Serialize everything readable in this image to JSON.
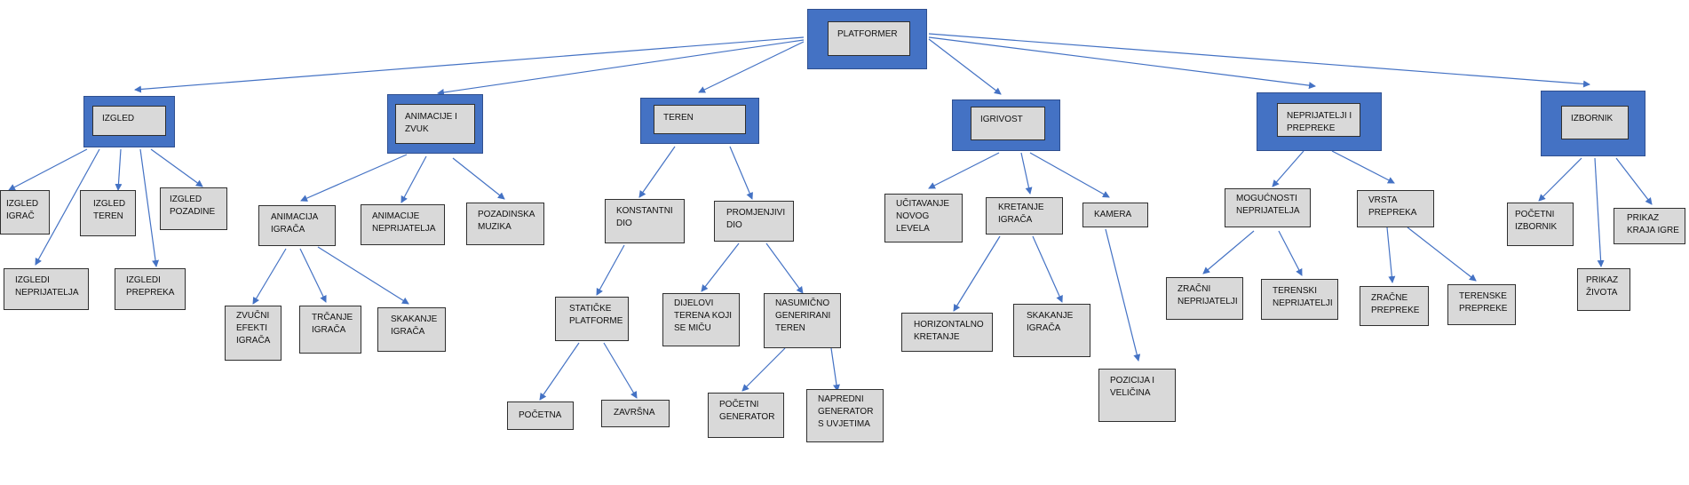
{
  "root": "PLATFORMER",
  "categories": {
    "izgled": "IZGLED",
    "animacije": "ANIMACIJE I\nZVUK",
    "teren": "TEREN",
    "igrivost": "IGRIVOST",
    "neprijatelji": "NEPRIJATELJI I\nPREPREKE",
    "izbornik": "IZBORNIK"
  },
  "nodes": {
    "izgled_igrac": "IZGLED\nIGRAČ",
    "izgled_teren": "IZGLED\nTEREN",
    "izgled_pozadine": "IZGLED\nPOZADINE",
    "izgledi_neprijatelja": "IZGLEDI\nNEPRIJATELJA",
    "izgledi_prepreka": "IZGLEDI\nPREPREKA",
    "animacija_igraca": "ANIMACIJA\nIGRAČA",
    "animacije_neprijatelja": "ANIMACIJE\nNEPRIJATELJA",
    "pozadinska_muzika": "POZADINSKA\nMUZIKA",
    "zvucni_efekti": "ZVUČNI\nEFEKTI\nIGRAČA",
    "trcanje_igraca": "TRČANJE\nIGRAČA",
    "skakanje_igraca_anim": "SKAKANJE\nIGRAČA",
    "konstantni_dio": "KONSTANTNI\nDIO",
    "promjenjivi_dio": "PROMJENJIVI\nDIO",
    "staticke_platforme": "STATIČKE\nPLATFORME",
    "dijelovi_terena": "DIJELOVI\nTERENA KOJI\nSE MIČU",
    "nasumicno": "NASUMIČNO\nGENERIRANI\nTEREN",
    "pocetna": "POČETNA",
    "zavrsna": "ZAVRŠNA",
    "pocetni_generator": "POČETNI\nGENERATOR",
    "napredni_generator": "NAPREDNI\nGENERATOR\nS UVJETIMA",
    "ucitavanje": "UČITAVANJE\nNOVOG\nLEVELA",
    "kretanje_igraca": "KRETANJE\nIGRAČA",
    "kamera": "KAMERA",
    "horizontalno": "HORIZONTALNO\nKRETANJE",
    "skakanje_igraca": "SKAKANJE\nIGRAČA",
    "pozicija": "POZICIJA I\nVELIČINA",
    "mogucnosti": "MOGUĆNOSTI\nNEPRIJATELJA",
    "vrsta_prepreka": "VRSTA\nPREPREKA",
    "zracni_neprijatelji": "ZRAČNI\nNEPRIJATELJI",
    "terenski_neprijatelji": "TERENSKI\nNEPRIJATELJI",
    "zracne_prepreke": "ZRAČNE\nPREPREKE",
    "terenske_prepreke": "TERENSKE\nPREPREKE",
    "pocetni_izbornik": "POČETNI\nIZBORNIK",
    "prikaz_zivota": "PRIKAZ\nŽIVOTA",
    "prikaz_kraja": "PRIKAZ\nKRAJA IGRE"
  },
  "colors": {
    "frame_blue": "#4472c4",
    "box_gray": "#d9d9d9",
    "arrow_blue": "#4472c4"
  }
}
